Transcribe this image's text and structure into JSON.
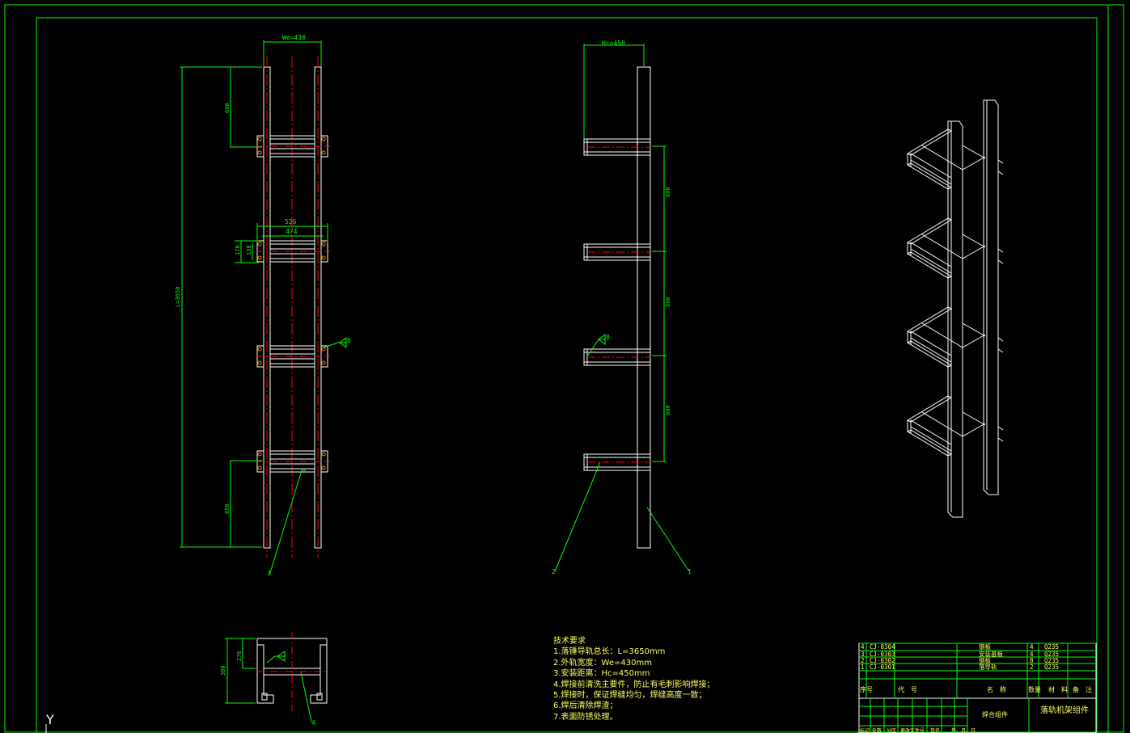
{
  "colors": {
    "background": "#000000",
    "frame": "#00ff00",
    "geometry": "#ffffff",
    "centerline": "#ff0000",
    "dimension": "#00ff00",
    "bolt_hole": "#ff8800",
    "text_yellow": "#ffff66"
  },
  "front_view": {
    "width_dim": "We=430",
    "length_dim": "L=3650",
    "top_offset": "600",
    "bottom_offset": "650",
    "inner_outer": "526",
    "inner": "474",
    "h1": "170",
    "h2": "138",
    "weld_symbol": "8",
    "callout": "3"
  },
  "side_view": {
    "height_dim": "Hc=450",
    "spacing": [
      "800",
      "800",
      "800"
    ],
    "weld_symbol": "8",
    "callout_left": "2",
    "callout_right": "1"
  },
  "section_view": {
    "dim_height": "380",
    "dim_inner": "276",
    "callout": "4"
  },
  "tech_notes": {
    "title": "技术要求",
    "items": [
      "1.落锤导轨总长：L=3650mm",
      "2.外轨宽度：We=430mm",
      "3.安装距离：Hc=450mm",
      "4.焊接前清洗主要件，防止有毛刺影响焊接；",
      "5.焊接时，保证焊缝均匀，焊缝高度一致；",
      "6.焊后清除焊渣；",
      "7.表面防锈处理。"
    ]
  },
  "parts_table": {
    "rows": [
      {
        "no": "4",
        "code": "CJ-0304",
        "name": "钢板",
        "qty": "4",
        "material": "Q235"
      },
      {
        "no": "3",
        "code": "CJ-0303",
        "name": "安装基板",
        "qty": "4",
        "material": "Q235"
      },
      {
        "no": "2",
        "code": "CJ-0302",
        "name": "钢板",
        "qty": "8",
        "material": "Q235"
      },
      {
        "no": "1",
        "code": "CJ-0301",
        "name": "落导轨",
        "qty": "2",
        "material": "Q235"
      }
    ],
    "header": {
      "no": "序号",
      "code": "代　号",
      "name": "名　称",
      "qty": "数量",
      "material": "材　料",
      "remark": "备　注"
    },
    "assembly_label": "焊合组件",
    "title": "落轨机架组件",
    "bottom_labels": [
      "标记",
      "处数",
      "分区",
      "更改文件号",
      "签名",
      "年、月、日"
    ]
  },
  "axis_label": "Y"
}
